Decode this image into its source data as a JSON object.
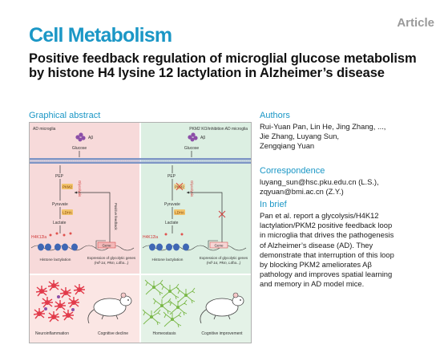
{
  "header": {
    "article_type": "Article",
    "journal": "Cell Metabolism",
    "title": "Positive feedback regulation of microglial glucose metabolism by histone H4 lysine 12 lactylation in Alzheimer’s disease"
  },
  "graphical_abstract": {
    "label": "Graphical abstract",
    "left_title": "AD microglia",
    "right_title": "PKM2 KO/inhibition AD microglia",
    "abeta": "Aβ",
    "glucose": "Glucose",
    "pep": "PEP",
    "pkm2": "PKM2",
    "glycolysis": "Glycolysis",
    "pyruvate": "Pyruvate",
    "ldha": "LDHA",
    "lactate": "Lactate",
    "positive_feedback": "Positive feedback",
    "h4k12la": "H4K12la",
    "gene": "Gene",
    "histone_lactylation": "Histone lactylation",
    "expression_line1": "Expression of glycolytic genes",
    "expression_line2": "(Hif-1α, Pkm, Ldha...)",
    "neuroinflammation": "Neuroinflammation",
    "cognitive_decline": "Cognitive decline",
    "homeostasis": "Homeostasis",
    "cognitive_improvement": "Cognitive improvement"
  },
  "authors": {
    "heading": "Authors",
    "lines": [
      "Rui-Yuan Pan, Lin He, Jing Zhang, ...,",
      "Jie Zhang, Luyang Sun,",
      "Zengqiang Yuan"
    ]
  },
  "correspondence": {
    "heading": "Correspondence",
    "lines": [
      "luyang_sun@hsc.pku.edu.cn (L.S.),",
      "zqyuan@bmi.ac.cn (Z.Y.)"
    ]
  },
  "in_brief": {
    "heading": "In brief",
    "lines": [
      "Pan et al. report a glycolysis/H4K12",
      "lactylation/PKM2 positive feedback loop",
      "in microglia that drives the pathogenesis",
      "of Alzheimer’s disease (AD). They",
      "demonstrate that interruption of this loop",
      "by blocking PKM2 ameliorates Aβ",
      "pathology and improves spatial learning",
      "and memory in AD model mice."
    ]
  },
  "colors": {
    "accent": "#1b97c6",
    "left_bg": "#f7dada",
    "right_bg": "#dcefe2",
    "membrane": "#7f96c6",
    "enzyme": "#f2c36a",
    "lactyl": "#e0524e",
    "microglia_red": "#e23a4a",
    "microglia_green": "#7ab848"
  }
}
